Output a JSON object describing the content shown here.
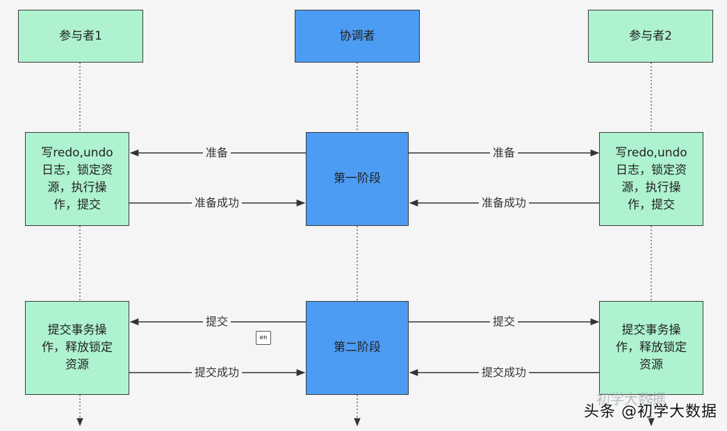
{
  "participants": {
    "p1": "参与者1",
    "coordinator": "协调者",
    "p2": "参与者2"
  },
  "phases": {
    "phase1": "第一阶段",
    "phase2": "第二阶段"
  },
  "actions": {
    "p1_phase1": "写redo,undo\n日志，锁定资\n源，执行操\n作，提交",
    "p2_phase1": "写redo,undo\n日志，锁定资\n源，执行操\n作，提交",
    "p1_phase2": "提交事务操\n作，释放锁定\n资源",
    "p2_phase2": "提交事务操\n作，释放锁定\n资源"
  },
  "messages": {
    "prepare": "准备",
    "prepare_ok": "准备成功",
    "commit": "提交",
    "commit_ok": "提交成功"
  },
  "icon_text": "en",
  "watermark": "头条 @初学大数据",
  "faded_watermark": "初学大数据",
  "colors": {
    "participant": "#aef2cf",
    "coordinator": "#4c9cf3",
    "line": "#333333"
  }
}
